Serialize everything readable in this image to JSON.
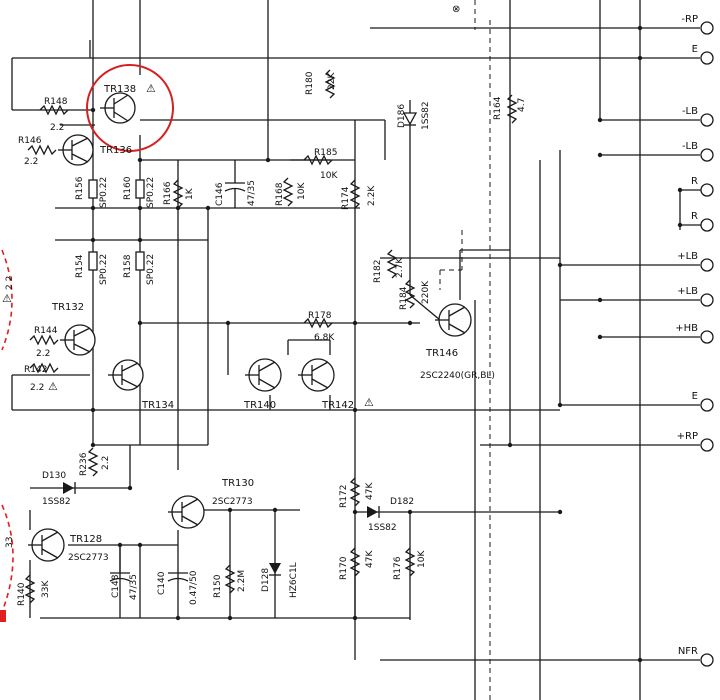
{
  "terminals": [
    {
      "label": "-RP"
    },
    {
      "label": "E"
    },
    {
      "label": "-LB"
    },
    {
      "label": "-LB"
    },
    {
      "label": "R"
    },
    {
      "label": "R"
    },
    {
      "label": "+LB"
    },
    {
      "label": "+LB"
    },
    {
      "label": "+HB"
    },
    {
      "label": "E"
    },
    {
      "label": "+RP"
    },
    {
      "label": "NFR"
    }
  ],
  "transistors": {
    "tr138": "TR138",
    "tr136": "TR136",
    "tr132": "TR132",
    "tr134": "TR134",
    "tr140": "TR140",
    "tr142": "TR142",
    "tr146": "TR146",
    "tr146_part": "2SC2240(GR,BL)",
    "tr130": "TR130",
    "tr130_part": "2SC2773",
    "tr128": "TR128",
    "tr128_part": "2SC2773"
  },
  "resistors": {
    "r148": "R148",
    "r148_val": "2.2",
    "r146": "R146",
    "r146_val": "2.2",
    "r156": "R156",
    "r156_val": "SP0.22",
    "r160": "R160",
    "r160_val": "SP0.22",
    "r166": "R166",
    "r166_val": "1K",
    "r168": "R168",
    "r168_val": "10K",
    "r174": "R174",
    "r174_val": "2.2K",
    "r185": "R185",
    "r185_val": "10K",
    "r180": "R180",
    "r180_val": "22K",
    "r164": "R164",
    "r164_val": "4.7",
    "r154": "R154",
    "r154_val": "SP0.22",
    "r158": "R158",
    "r158_val": "SP0.22",
    "r144": "R144",
    "r144_val": "2.2",
    "r142": "R142",
    "r142_val": "2.2",
    "r178": "R178",
    "r178_val": "6.8K",
    "r182": "R182",
    "r182_val": "2.7K",
    "r184": "R184",
    "r184_val": "220K",
    "r236": "R236",
    "r236_val": "2.2",
    "r172": "R172",
    "r172_val": "47K",
    "r170": "R170",
    "r170_val": "47K",
    "r176": "R176",
    "r176_val": "10K",
    "r150": "R150",
    "r150_val": "2.2M",
    "r140": "R140",
    "r140_val": "33K"
  },
  "capacitors": {
    "c146": "C146",
    "c146_val": "47/35",
    "c148": "C148",
    "c148_val": "47/35",
    "c140": "C140",
    "c140_val": "0.47/50"
  },
  "diodes": {
    "d186": "D186",
    "d186_part": "1SS82",
    "d130": "D130",
    "d130_part": "1SS82",
    "d182": "D182",
    "d182_part": "1SS82",
    "d128": "D128",
    "d128_part": "HZ6C1L"
  },
  "markers": {
    "top_ref": "⊗",
    "left_fragment_1": "2 2",
    "left_fragment_2": "33",
    "warning": "⚠"
  },
  "colors": {
    "line": "#1a1a1a",
    "highlight_circle": "#d42020",
    "red_dashes": "#e02020",
    "background": "#ffffff"
  }
}
